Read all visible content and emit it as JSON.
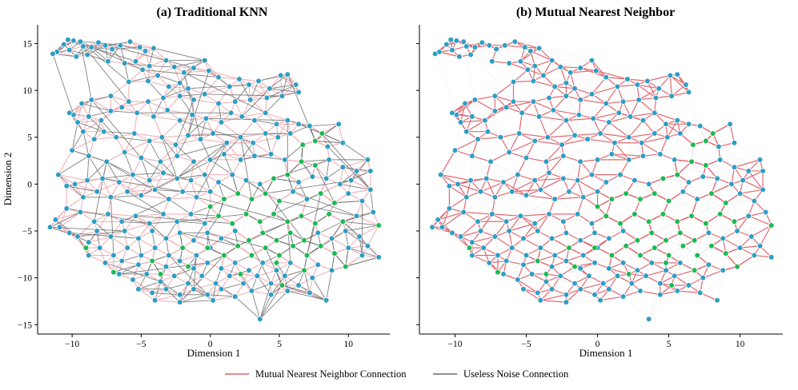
{
  "chart_data": [
    {
      "type": "scatter",
      "title": "(a) Traditional KNN",
      "xlabel": "Dimension 1",
      "ylabel": "Dimension 2",
      "xlim": [
        -12.5,
        13
      ],
      "ylim": [
        -16,
        17
      ],
      "xticks": [
        -10,
        -5,
        0,
        5,
        10
      ],
      "yticks": [
        -15,
        -10,
        -5,
        0,
        5,
        10,
        15
      ],
      "tick_labels_x": [
        "−10",
        "−5",
        "0",
        "5",
        "10"
      ],
      "tick_labels_y": [
        "−15",
        "−10",
        "−5",
        "0",
        "5",
        "10",
        "15"
      ],
      "grid": false,
      "edges": "mutual"
    },
    {
      "type": "scatter",
      "title": "(b) Mutual Nearest Neighbor",
      "xlabel": "Dimension 1",
      "ylabel": "",
      "xlim": [
        -12.5,
        13
      ],
      "ylim": [
        -16,
        17
      ],
      "xticks": [
        -10,
        -5,
        0,
        5,
        10
      ],
      "yticks": [
        -15,
        -10,
        -5,
        0,
        5,
        10,
        15
      ],
      "tick_labels_x": [
        "−10",
        "−5",
        "0",
        "5",
        "10"
      ],
      "tick_labels_y": [
        "",
        "",
        "",
        "",
        "",
        "",
        ""
      ],
      "grid": false,
      "edges": "mutual-only"
    }
  ],
  "legend": {
    "placement": "bottom-center",
    "entries": [
      {
        "label": "Mutual Nearest Neighbor Connection",
        "color": "#e0606a"
      },
      {
        "label": "Useless Noise Connection",
        "color": "#6a6a6a"
      }
    ]
  },
  "colors": {
    "node_blue": "#2e9ec4",
    "node_green": "#1db954",
    "mutual_edge": "#e0606a",
    "mutual_edge_light": "#f0a9ae",
    "noise_edge": "#6a6a6a",
    "node_stroke": "#ffffff"
  },
  "points": [
    [
      -10.3,
      15.4
    ],
    [
      -9.9,
      15.3
    ],
    [
      -9.4,
      15.2
    ],
    [
      -10.6,
      14.9
    ],
    [
      -11.1,
      14.1
    ],
    [
      -11.4,
      13.9
    ],
    [
      -10.2,
      14.3
    ],
    [
      -9.2,
      14.7
    ],
    [
      -8.6,
      14.6
    ],
    [
      -8.1,
      15.1
    ],
    [
      -7.6,
      14.8
    ],
    [
      -7.1,
      14.4
    ],
    [
      -6.5,
      14.8
    ],
    [
      -5.8,
      15.2
    ],
    [
      -5.1,
      14.6
    ],
    [
      -4.7,
      14.2
    ],
    [
      -4.1,
      14.5
    ],
    [
      -8.9,
      13.8
    ],
    [
      -9.7,
      13.6
    ],
    [
      -7.4,
      13.1
    ],
    [
      -6.2,
      12.9
    ],
    [
      -5.4,
      13.1
    ],
    [
      -4.9,
      12.2
    ],
    [
      -4.4,
      12.6
    ],
    [
      -3.8,
      11.6
    ],
    [
      -3.2,
      13.2
    ],
    [
      -2.6,
      12.5
    ],
    [
      -1.9,
      11.9
    ],
    [
      -1.2,
      12.4
    ],
    [
      -0.4,
      13.2
    ],
    [
      -0.1,
      12.1
    ],
    [
      0.6,
      11.4
    ],
    [
      -2.2,
      10.8
    ],
    [
      -3.0,
      10.4
    ],
    [
      -1.6,
      10.2
    ],
    [
      -4.5,
      11.0
    ],
    [
      -5.9,
      10.9
    ],
    [
      1.4,
      10.4
    ],
    [
      2.1,
      11.2
    ],
    [
      2.8,
      10.6
    ],
    [
      3.5,
      11.0
    ],
    [
      4.3,
      10.2
    ],
    [
      5.1,
      11.6
    ],
    [
      5.6,
      11.7
    ],
    [
      6.2,
      10.6
    ],
    [
      6.4,
      9.8
    ],
    [
      5.2,
      9.4
    ],
    [
      4.1,
      9.2
    ],
    [
      2.9,
      9.0
    ],
    [
      1.8,
      8.8
    ],
    [
      0.6,
      8.6
    ],
    [
      -0.4,
      9.6
    ],
    [
      -1.2,
      9.0
    ],
    [
      -2.2,
      9.4
    ],
    [
      -3.4,
      9.2
    ],
    [
      -4.5,
      8.8
    ],
    [
      -5.9,
      8.8
    ],
    [
      -7.2,
      9.4
    ],
    [
      -8.6,
      9.0
    ],
    [
      -9.3,
      8.6
    ],
    [
      -9.9,
      7.4
    ],
    [
      -10.2,
      7.6
    ],
    [
      -9.6,
      6.6
    ],
    [
      -8.8,
      7.2
    ],
    [
      -7.9,
      6.8
    ],
    [
      -7.2,
      7.8
    ],
    [
      -6.4,
      8.2
    ],
    [
      -5.3,
      7.6
    ],
    [
      -4.1,
      7.2
    ],
    [
      -3.1,
      7.9
    ],
    [
      -2.2,
      6.8
    ],
    [
      -1.3,
      7.4
    ],
    [
      -0.3,
      7.0
    ],
    [
      0.8,
      6.6
    ],
    [
      1.5,
      7.6
    ],
    [
      2.3,
      7.2
    ],
    [
      3.2,
      6.8
    ],
    [
      4.0,
      7.6
    ],
    [
      4.8,
      6.4
    ],
    [
      5.6,
      6.8
    ],
    [
      6.4,
      6.4
    ],
    [
      7.2,
      6.2
    ],
    [
      8.1,
      5.4
    ],
    [
      9.3,
      6.4
    ],
    [
      9.6,
      4.4
    ],
    [
      8.5,
      4.0
    ],
    [
      7.6,
      4.6
    ],
    [
      6.7,
      4.2
    ],
    [
      5.8,
      5.4
    ],
    [
      4.9,
      5.0
    ],
    [
      4.0,
      5.4
    ],
    [
      3.1,
      4.4
    ],
    [
      2.2,
      5.0
    ],
    [
      1.2,
      4.4
    ],
    [
      0.2,
      5.4
    ],
    [
      -0.7,
      4.8
    ],
    [
      -1.6,
      5.2
    ],
    [
      -2.5,
      4.2
    ],
    [
      -3.5,
      5.0
    ],
    [
      -4.4,
      4.6
    ],
    [
      -5.5,
      5.4
    ],
    [
      -6.8,
      5.0
    ],
    [
      -7.7,
      5.6
    ],
    [
      -8.4,
      4.8
    ],
    [
      -9.2,
      5.6
    ],
    [
      -10.0,
      3.6
    ],
    [
      -8.8,
      3.0
    ],
    [
      -7.5,
      2.4
    ],
    [
      -6.2,
      3.4
    ],
    [
      -5.0,
      2.8
    ],
    [
      -3.6,
      2.4
    ],
    [
      -2.4,
      3.0
    ],
    [
      -1.2,
      2.4
    ],
    [
      0.0,
      2.6
    ],
    [
      1.0,
      3.2
    ],
    [
      2.2,
      2.6
    ],
    [
      3.2,
      3.0
    ],
    [
      4.4,
      3.2
    ],
    [
      5.4,
      2.6
    ],
    [
      6.6,
      2.4
    ],
    [
      7.6,
      2.0
    ],
    [
      8.6,
      2.6
    ],
    [
      9.6,
      1.8
    ],
    [
      10.6,
      1.4
    ],
    [
      11.4,
      2.6
    ],
    [
      11.6,
      1.4
    ],
    [
      10.2,
      0.4
    ],
    [
      9.4,
      0.0
    ],
    [
      8.4,
      0.6
    ],
    [
      7.4,
      0.8
    ],
    [
      6.4,
      0.2
    ],
    [
      5.6,
      1.0
    ],
    [
      4.6,
      0.6
    ],
    [
      3.6,
      0.0
    ],
    [
      2.6,
      0.4
    ],
    [
      1.6,
      1.0
    ],
    [
      0.6,
      0.2
    ],
    [
      -0.4,
      1.0
    ],
    [
      -1.4,
      0.4
    ],
    [
      -2.4,
      0.6
    ],
    [
      -3.4,
      1.2
    ],
    [
      -4.4,
      0.4
    ],
    [
      -5.6,
      1.0
    ],
    [
      -6.6,
      0.2
    ],
    [
      -7.8,
      0.6
    ],
    [
      -8.9,
      0.4
    ],
    [
      -9.8,
      0.0
    ],
    [
      -11.0,
      1.0
    ],
    [
      -10.4,
      -0.2
    ],
    [
      -9.2,
      -1.4
    ],
    [
      -8.2,
      -0.8
    ],
    [
      -7.2,
      -1.4
    ],
    [
      -6.0,
      -0.8
    ],
    [
      -5.0,
      -1.2
    ],
    [
      -4.0,
      -0.6
    ],
    [
      -3.0,
      -1.6
    ],
    [
      -2.0,
      -0.8
    ],
    [
      -1.0,
      -1.4
    ],
    [
      0.0,
      -0.8
    ],
    [
      1.0,
      -1.6
    ],
    [
      2.0,
      -1.0
    ],
    [
      3.0,
      -1.6
    ],
    [
      4.0,
      -1.0
    ],
    [
      5.0,
      -1.8
    ],
    [
      6.0,
      -0.8
    ],
    [
      7.0,
      -1.6
    ],
    [
      8.0,
      -1.0
    ],
    [
      9.0,
      -2.0
    ],
    [
      10.0,
      -1.0
    ],
    [
      11.0,
      -1.8
    ],
    [
      11.6,
      -0.6
    ],
    [
      11.8,
      -3.0
    ],
    [
      10.6,
      -3.4
    ],
    [
      9.6,
      -4.0
    ],
    [
      8.6,
      -3.2
    ],
    [
      7.6,
      -4.2
    ],
    [
      6.6,
      -3.4
    ],
    [
      5.6,
      -4.0
    ],
    [
      4.6,
      -3.2
    ],
    [
      3.6,
      -4.0
    ],
    [
      2.6,
      -3.2
    ],
    [
      1.6,
      -4.2
    ],
    [
      0.6,
      -3.4
    ],
    [
      -0.4,
      -4.2
    ],
    [
      -1.4,
      -3.2
    ],
    [
      -2.4,
      -4.0
    ],
    [
      -3.4,
      -3.2
    ],
    [
      -4.4,
      -4.2
    ],
    [
      -5.4,
      -3.4
    ],
    [
      -6.4,
      -4.0
    ],
    [
      -7.4,
      -3.2
    ],
    [
      -8.4,
      -4.0
    ],
    [
      -9.4,
      -3.0
    ],
    [
      -10.4,
      -2.6
    ],
    [
      -11.2,
      -3.8
    ],
    [
      -10.9,
      -4.6
    ],
    [
      -11.6,
      -4.6
    ],
    [
      -10.2,
      -5.2
    ],
    [
      -9.6,
      -5.6
    ],
    [
      -8.8,
      -6.2
    ],
    [
      -8.2,
      -5.0
    ],
    [
      -7.2,
      -5.6
    ],
    [
      -6.2,
      -5.0
    ],
    [
      -5.2,
      -5.8
    ],
    [
      -4.2,
      -5.0
    ],
    [
      -3.2,
      -5.8
    ],
    [
      -2.2,
      -5.2
    ],
    [
      -1.2,
      -6.0
    ],
    [
      -0.2,
      -5.2
    ],
    [
      0.8,
      -5.8
    ],
    [
      1.8,
      -5.0
    ],
    [
      2.8,
      -6.0
    ],
    [
      3.8,
      -5.2
    ],
    [
      4.8,
      -6.0
    ],
    [
      5.8,
      -5.2
    ],
    [
      6.8,
      -6.0
    ],
    [
      7.8,
      -5.2
    ],
    [
      8.8,
      -5.8
    ],
    [
      9.8,
      -5.0
    ],
    [
      10.8,
      -5.6
    ],
    [
      11.4,
      -6.6
    ],
    [
      12.2,
      -7.8
    ],
    [
      11.0,
      -7.6
    ],
    [
      10.0,
      -6.8
    ],
    [
      9.0,
      -7.4
    ],
    [
      8.0,
      -6.6
    ],
    [
      7.0,
      -7.6
    ],
    [
      6.0,
      -6.6
    ],
    [
      5.0,
      -7.6
    ],
    [
      4.0,
      -6.8
    ],
    [
      3.0,
      -7.6
    ],
    [
      2.0,
      -6.6
    ],
    [
      1.0,
      -7.6
    ],
    [
      0.0,
      -6.8
    ],
    [
      -1.0,
      -7.6
    ],
    [
      -2.0,
      -6.8
    ],
    [
      -3.0,
      -7.6
    ],
    [
      -4.0,
      -6.8
    ],
    [
      -5.0,
      -7.6
    ],
    [
      -6.0,
      -6.8
    ],
    [
      -7.0,
      -7.6
    ],
    [
      -8.0,
      -6.8
    ],
    [
      -8.8,
      -7.6
    ],
    [
      -7.6,
      -8.4
    ],
    [
      -6.4,
      -8.2
    ],
    [
      -5.2,
      -8.6
    ],
    [
      -4.2,
      -8.2
    ],
    [
      -3.2,
      -8.8
    ],
    [
      -2.2,
      -8.2
    ],
    [
      -1.2,
      -9.0
    ],
    [
      -0.2,
      -8.4
    ],
    [
      0.8,
      -9.0
    ],
    [
      1.8,
      -8.4
    ],
    [
      2.8,
      -9.2
    ],
    [
      3.8,
      -8.4
    ],
    [
      4.8,
      -9.2
    ],
    [
      5.8,
      -8.4
    ],
    [
      6.8,
      -9.2
    ],
    [
      7.8,
      -8.6
    ],
    [
      8.8,
      -9.2
    ],
    [
      9.8,
      -8.8
    ],
    [
      -6.6,
      -9.6
    ],
    [
      -5.6,
      -10.2
    ],
    [
      -4.6,
      -9.6
    ],
    [
      -3.6,
      -10.4
    ],
    [
      -2.6,
      -9.8
    ],
    [
      -1.6,
      -10.6
    ],
    [
      -0.6,
      -9.8
    ],
    [
      0.4,
      -10.6
    ],
    [
      1.4,
      -9.8
    ],
    [
      2.4,
      -10.6
    ],
    [
      3.4,
      -9.8
    ],
    [
      4.4,
      -10.6
    ],
    [
      5.4,
      -9.8
    ],
    [
      6.4,
      -10.8
    ],
    [
      7.4,
      -10.0
    ],
    [
      -5.2,
      -11.2
    ],
    [
      -4.2,
      -11.6
    ],
    [
      -3.2,
      -11.2
    ],
    [
      -2.2,
      -11.8
    ],
    [
      -1.2,
      -11.2
    ],
    [
      -0.2,
      -11.8
    ],
    [
      0.8,
      -11.2
    ],
    [
      1.8,
      -12.0
    ],
    [
      3.0,
      -11.4
    ],
    [
      4.4,
      -11.8
    ],
    [
      5.6,
      -11.4
    ],
    [
      7.2,
      -11.6
    ],
    [
      8.4,
      -12.4
    ],
    [
      -4.0,
      -12.4
    ],
    [
      -2.2,
      -12.6
    ],
    [
      0.2,
      -12.4
    ],
    [
      3.6,
      -14.4
    ]
  ],
  "green_points": [
    [
      8.1,
      5.4
    ],
    [
      7.6,
      4.6
    ],
    [
      6.7,
      4.2
    ],
    [
      7.6,
      2.0
    ],
    [
      6.6,
      2.4
    ],
    [
      5.6,
      1.0
    ],
    [
      4.6,
      0.6
    ],
    [
      5.0,
      -1.8
    ],
    [
      3.0,
      -1.6
    ],
    [
      2.0,
      -1.0
    ],
    [
      1.0,
      -1.6
    ],
    [
      0.0,
      -2.4
    ],
    [
      0.6,
      -3.4
    ],
    [
      1.6,
      -4.2
    ],
    [
      2.6,
      -3.2
    ],
    [
      3.6,
      -4.0
    ],
    [
      4.6,
      -3.2
    ],
    [
      5.6,
      -4.0
    ],
    [
      6.6,
      -3.4
    ],
    [
      7.6,
      -4.2
    ],
    [
      8.6,
      -3.2
    ],
    [
      9.6,
      -4.0
    ],
    [
      9.0,
      -2.0
    ],
    [
      8.0,
      -1.0
    ],
    [
      4.0,
      -1.0
    ],
    [
      2.8,
      -6.0
    ],
    [
      3.8,
      -5.2
    ],
    [
      4.8,
      -6.0
    ],
    [
      5.8,
      -5.2
    ],
    [
      6.8,
      -6.0
    ],
    [
      4.0,
      -6.8
    ],
    [
      3.0,
      -7.6
    ],
    [
      2.0,
      -6.6
    ],
    [
      1.0,
      -7.6
    ],
    [
      5.0,
      -7.6
    ],
    [
      6.0,
      -6.6
    ],
    [
      7.0,
      -7.6
    ],
    [
      8.0,
      -6.6
    ],
    [
      9.0,
      -7.4
    ],
    [
      12.2,
      -4.4
    ],
    [
      -2.0,
      -6.8
    ],
    [
      -0.2,
      -6.8
    ],
    [
      -3.6,
      -9.6
    ],
    [
      -4.2,
      -8.2
    ],
    [
      -1.6,
      -8.8
    ],
    [
      5.2,
      -10.8
    ],
    [
      2.2,
      -9.6
    ],
    [
      6.8,
      -9.2
    ],
    [
      9.8,
      -8.8
    ],
    [
      -7.0,
      -9.4
    ],
    [
      -9.0,
      -6.8
    ],
    [
      4.8,
      -8.4
    ]
  ]
}
